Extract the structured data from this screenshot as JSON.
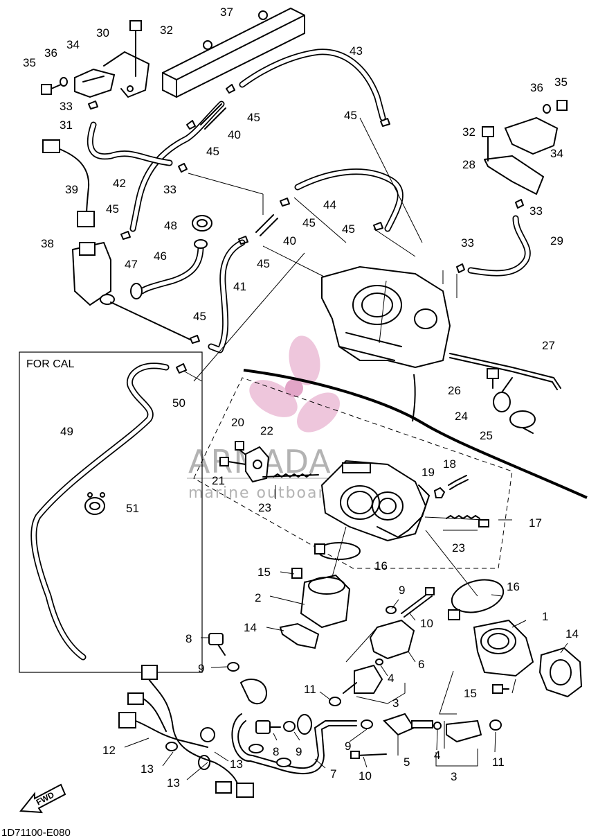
{
  "diagram_code": "1D71100-E080",
  "inset_title": "FOR CAL",
  "direction_mark": "FWD",
  "watermark": {
    "brand": "ARMADA",
    "tagline": "marine outboards"
  },
  "callouts": [
    {
      "id": "c37",
      "text": "37"
    },
    {
      "id": "c30",
      "text": "30"
    },
    {
      "id": "c32a",
      "text": "32"
    },
    {
      "id": "c34a",
      "text": "34"
    },
    {
      "id": "c36a",
      "text": "36"
    },
    {
      "id": "c35a",
      "text": "35"
    },
    {
      "id": "c43",
      "text": "43"
    },
    {
      "id": "c33a",
      "text": "33"
    },
    {
      "id": "c45a",
      "text": "45"
    },
    {
      "id": "c31",
      "text": "31"
    },
    {
      "id": "c45b",
      "text": "45"
    },
    {
      "id": "c40a",
      "text": "40"
    },
    {
      "id": "c45c",
      "text": "45"
    },
    {
      "id": "c36b",
      "text": "36"
    },
    {
      "id": "c35b",
      "text": "35"
    },
    {
      "id": "c39",
      "text": "39"
    },
    {
      "id": "c42",
      "text": "42"
    },
    {
      "id": "c33b",
      "text": "33"
    },
    {
      "id": "c32b",
      "text": "32"
    },
    {
      "id": "c28",
      "text": "28"
    },
    {
      "id": "c34b",
      "text": "34"
    },
    {
      "id": "c44",
      "text": "44"
    },
    {
      "id": "c45d",
      "text": "45"
    },
    {
      "id": "c48",
      "text": "48"
    },
    {
      "id": "c45e",
      "text": "45"
    },
    {
      "id": "c45f",
      "text": "45"
    },
    {
      "id": "c40b",
      "text": "40"
    },
    {
      "id": "c33c",
      "text": "33"
    },
    {
      "id": "c38",
      "text": "38"
    },
    {
      "id": "c33d",
      "text": "33"
    },
    {
      "id": "c29",
      "text": "29"
    },
    {
      "id": "c46",
      "text": "46"
    },
    {
      "id": "c45g",
      "text": "45"
    },
    {
      "id": "c47",
      "text": "47"
    },
    {
      "id": "c41",
      "text": "41"
    },
    {
      "id": "c45h",
      "text": "45"
    },
    {
      "id": "c27",
      "text": "27"
    },
    {
      "id": "c26",
      "text": "26"
    },
    {
      "id": "c50",
      "text": "50"
    },
    {
      "id": "c24",
      "text": "24"
    },
    {
      "id": "c25",
      "text": "25"
    },
    {
      "id": "c49",
      "text": "49"
    },
    {
      "id": "c20",
      "text": "20"
    },
    {
      "id": "c22",
      "text": "22"
    },
    {
      "id": "c18",
      "text": "18"
    },
    {
      "id": "c19",
      "text": "19"
    },
    {
      "id": "c21",
      "text": "21"
    },
    {
      "id": "c51",
      "text": "51"
    },
    {
      "id": "c23a",
      "text": "23"
    },
    {
      "id": "c17",
      "text": "17"
    },
    {
      "id": "c23b",
      "text": "23"
    },
    {
      "id": "c16a",
      "text": "16"
    },
    {
      "id": "c15a",
      "text": "15"
    },
    {
      "id": "c16b",
      "text": "16"
    },
    {
      "id": "c2",
      "text": "2"
    },
    {
      "id": "c9a",
      "text": "9"
    },
    {
      "id": "c1",
      "text": "1"
    },
    {
      "id": "c10a",
      "text": "10"
    },
    {
      "id": "c14a",
      "text": "14"
    },
    {
      "id": "c14b",
      "text": "14"
    },
    {
      "id": "c8a",
      "text": "8"
    },
    {
      "id": "c6",
      "text": "6"
    },
    {
      "id": "c9b",
      "text": "9"
    },
    {
      "id": "c4a",
      "text": "4"
    },
    {
      "id": "c11a",
      "text": "11"
    },
    {
      "id": "c15b",
      "text": "15"
    },
    {
      "id": "c3a",
      "text": "3"
    },
    {
      "id": "c12",
      "text": "12"
    },
    {
      "id": "c8b",
      "text": "8"
    },
    {
      "id": "c9c",
      "text": "9"
    },
    {
      "id": "c9d",
      "text": "9"
    },
    {
      "id": "c5",
      "text": "5"
    },
    {
      "id": "c4b",
      "text": "4"
    },
    {
      "id": "c11b",
      "text": "11"
    },
    {
      "id": "c13a",
      "text": "13"
    },
    {
      "id": "c13b",
      "text": "13"
    },
    {
      "id": "c13c",
      "text": "13"
    },
    {
      "id": "c7",
      "text": "7"
    },
    {
      "id": "c10b",
      "text": "10"
    },
    {
      "id": "c3b",
      "text": "3"
    }
  ]
}
